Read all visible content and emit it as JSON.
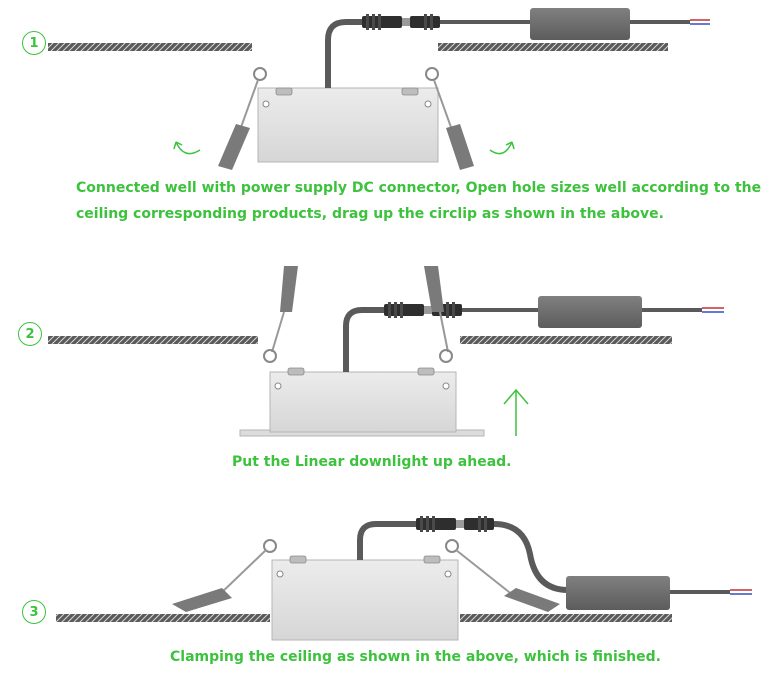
{
  "colors": {
    "accent": "#3cc23c",
    "housing": "#e3e3e3",
    "cable": "#5a5a5a",
    "driver": "#6e6e6e",
    "ceiling": "#4a4a4a",
    "clip": "#7a7a7a"
  },
  "steps": [
    {
      "number": "1",
      "caption_lines": [
        "Connected well with power supply DC connector, Open hole sizes well according to the",
        "ceiling corresponding products, drag up the circlip as shown in the above."
      ]
    },
    {
      "number": "2",
      "caption_lines": [
        "Put the Linear downlight up ahead."
      ]
    },
    {
      "number": "3",
      "caption_lines": [
        "Clamping the ceiling as shown in the above, which is  finished."
      ]
    }
  ]
}
